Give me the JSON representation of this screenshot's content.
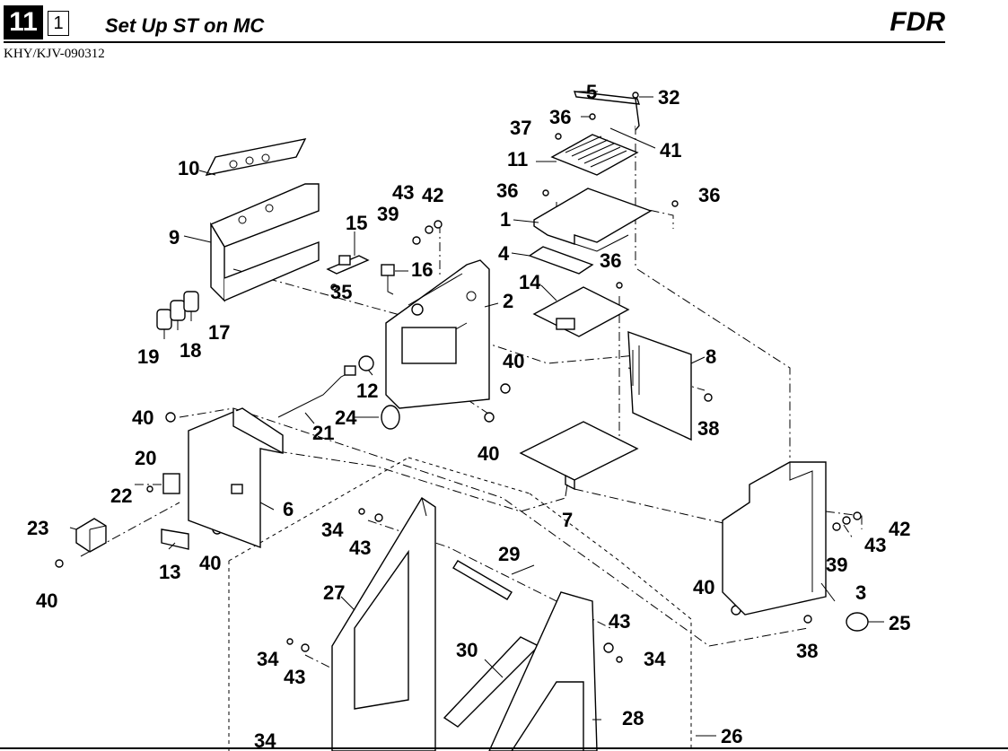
{
  "header": {
    "section_number": "11",
    "sub_number": "1",
    "title": "Set Up ST on MC",
    "unit": "FDR",
    "code": "KHY/KJV-090312"
  },
  "callouts": [
    {
      "id": "c5",
      "label": "5"
    },
    {
      "id": "c32",
      "label": "32"
    },
    {
      "id": "c36a",
      "label": "36"
    },
    {
      "id": "c37",
      "label": "37"
    },
    {
      "id": "c41",
      "label": "41"
    },
    {
      "id": "c11",
      "label": "11"
    },
    {
      "id": "c36b",
      "label": "36"
    },
    {
      "id": "c36c",
      "label": "36"
    },
    {
      "id": "c1",
      "label": "1"
    },
    {
      "id": "c4",
      "label": "4"
    },
    {
      "id": "c36d",
      "label": "36"
    },
    {
      "id": "c14",
      "label": "14"
    },
    {
      "id": "c2",
      "label": "2"
    },
    {
      "id": "c10",
      "label": "10"
    },
    {
      "id": "c9",
      "label": "9"
    },
    {
      "id": "c43a",
      "label": "43"
    },
    {
      "id": "c42a",
      "label": "42"
    },
    {
      "id": "c39a",
      "label": "39"
    },
    {
      "id": "c15",
      "label": "15"
    },
    {
      "id": "c16",
      "label": "16"
    },
    {
      "id": "c35",
      "label": "35"
    },
    {
      "id": "c17",
      "label": "17"
    },
    {
      "id": "c18",
      "label": "18"
    },
    {
      "id": "c19",
      "label": "19"
    },
    {
      "id": "c8",
      "label": "8"
    },
    {
      "id": "c40a",
      "label": "40"
    },
    {
      "id": "c12",
      "label": "12"
    },
    {
      "id": "c40b",
      "label": "40"
    },
    {
      "id": "c24",
      "label": "24"
    },
    {
      "id": "c21",
      "label": "21"
    },
    {
      "id": "c38a",
      "label": "38"
    },
    {
      "id": "c40c",
      "label": "40"
    },
    {
      "id": "c20",
      "label": "20"
    },
    {
      "id": "c22",
      "label": "22"
    },
    {
      "id": "c7",
      "label": "7"
    },
    {
      "id": "c6",
      "label": "6"
    },
    {
      "id": "c23",
      "label": "23"
    },
    {
      "id": "c13",
      "label": "13"
    },
    {
      "id": "c40d",
      "label": "40"
    },
    {
      "id": "c40e",
      "label": "40"
    },
    {
      "id": "c34a",
      "label": "34"
    },
    {
      "id": "c43b",
      "label": "43"
    },
    {
      "id": "c29",
      "label": "29"
    },
    {
      "id": "c27",
      "label": "27"
    },
    {
      "id": "c42b",
      "label": "42"
    },
    {
      "id": "c43c",
      "label": "43"
    },
    {
      "id": "c39b",
      "label": "39"
    },
    {
      "id": "c3",
      "label": "3"
    },
    {
      "id": "c40f",
      "label": "40"
    },
    {
      "id": "c25",
      "label": "25"
    },
    {
      "id": "c38b",
      "label": "38"
    },
    {
      "id": "c43d",
      "label": "43"
    },
    {
      "id": "c34b",
      "label": "34"
    },
    {
      "id": "c30",
      "label": "30"
    },
    {
      "id": "c34c",
      "label": "34"
    },
    {
      "id": "c43e",
      "label": "43"
    },
    {
      "id": "c28",
      "label": "28"
    },
    {
      "id": "c34d",
      "label": "34"
    },
    {
      "id": "c26",
      "label": "26"
    }
  ]
}
